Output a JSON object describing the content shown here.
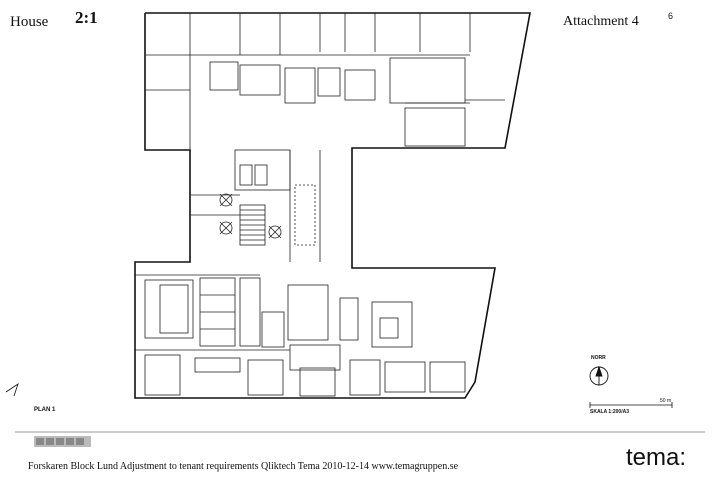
{
  "header": {
    "house": "House",
    "scale": "2:1",
    "attachment": "Attachment 4",
    "page_number": "6"
  },
  "plan": {
    "plan_label": "PLAN 1",
    "skala": "SKALA 1:200/A3",
    "scale_bar_label": "50 m",
    "north_label": "NORR"
  },
  "footer": {
    "caption": "Forskaren Block Lund Adjustment to tenant requirements Qliktech Tema 2010-12-14 www.temagruppen.se",
    "brand": "tema:"
  },
  "colors": {
    "ink": "#111111",
    "paper": "#ffffff"
  }
}
